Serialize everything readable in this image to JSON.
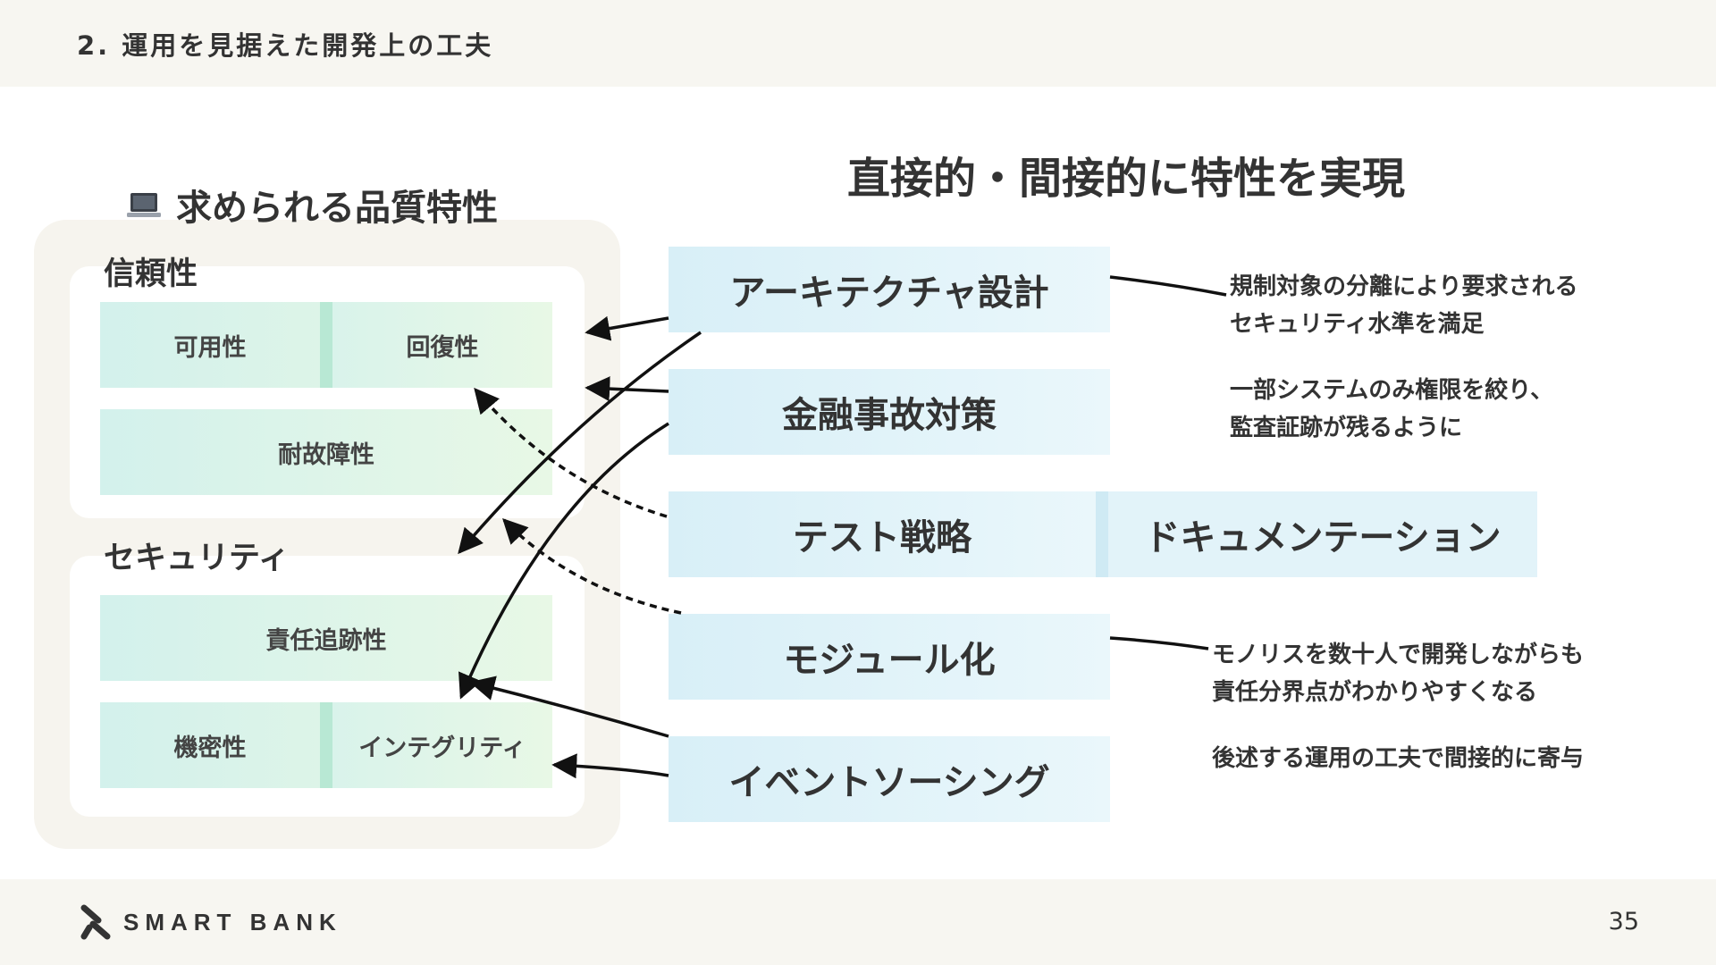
{
  "header": {
    "section_title": "2. 運用を見据えた開発上の工夫"
  },
  "quality": {
    "heading": "求められる品質特性",
    "icon": "laptop-icon",
    "reliability": {
      "heading": "信頼性",
      "availability": "可用性",
      "recoverability": "回復性",
      "fault_tolerance": "耐故障性"
    },
    "security": {
      "heading": "セキュリティ",
      "accountability": "責任追跡性",
      "confidentiality": "機密性",
      "integrity": "インテグリティ"
    }
  },
  "main_heading": "直接的・間接的に特性を実現",
  "approaches": {
    "architecture": "アーキテクチャ設計",
    "financial_incident": "金融事故対策",
    "test_strategy": "テスト戦略",
    "documentation": "ドキュメンテーション",
    "modularization": "モジュール化",
    "event_sourcing": "イベントソーシング"
  },
  "notes": {
    "architecture_line1": "規制対象の分離により要求される",
    "architecture_line2": "セキュリティ水準を満足",
    "financial_line1": "一部システムのみ権限を絞り、",
    "financial_line2": "監査証跡が残るように",
    "modular_line1": "モノリスを数十人で開発しながらも",
    "modular_line2": "責任分界点がわかりやすくなる",
    "event_line1": "後述する運用の工夫で間接的に寄与"
  },
  "footer": {
    "logo_text": "SMART BANK",
    "page_number": "35"
  },
  "colors": {
    "band": "#f7f6f1",
    "outer_box": "#f6f4ee",
    "quality_cell": "#d3f1ec",
    "approach_box": "#d8eff7",
    "text": "#333333"
  }
}
